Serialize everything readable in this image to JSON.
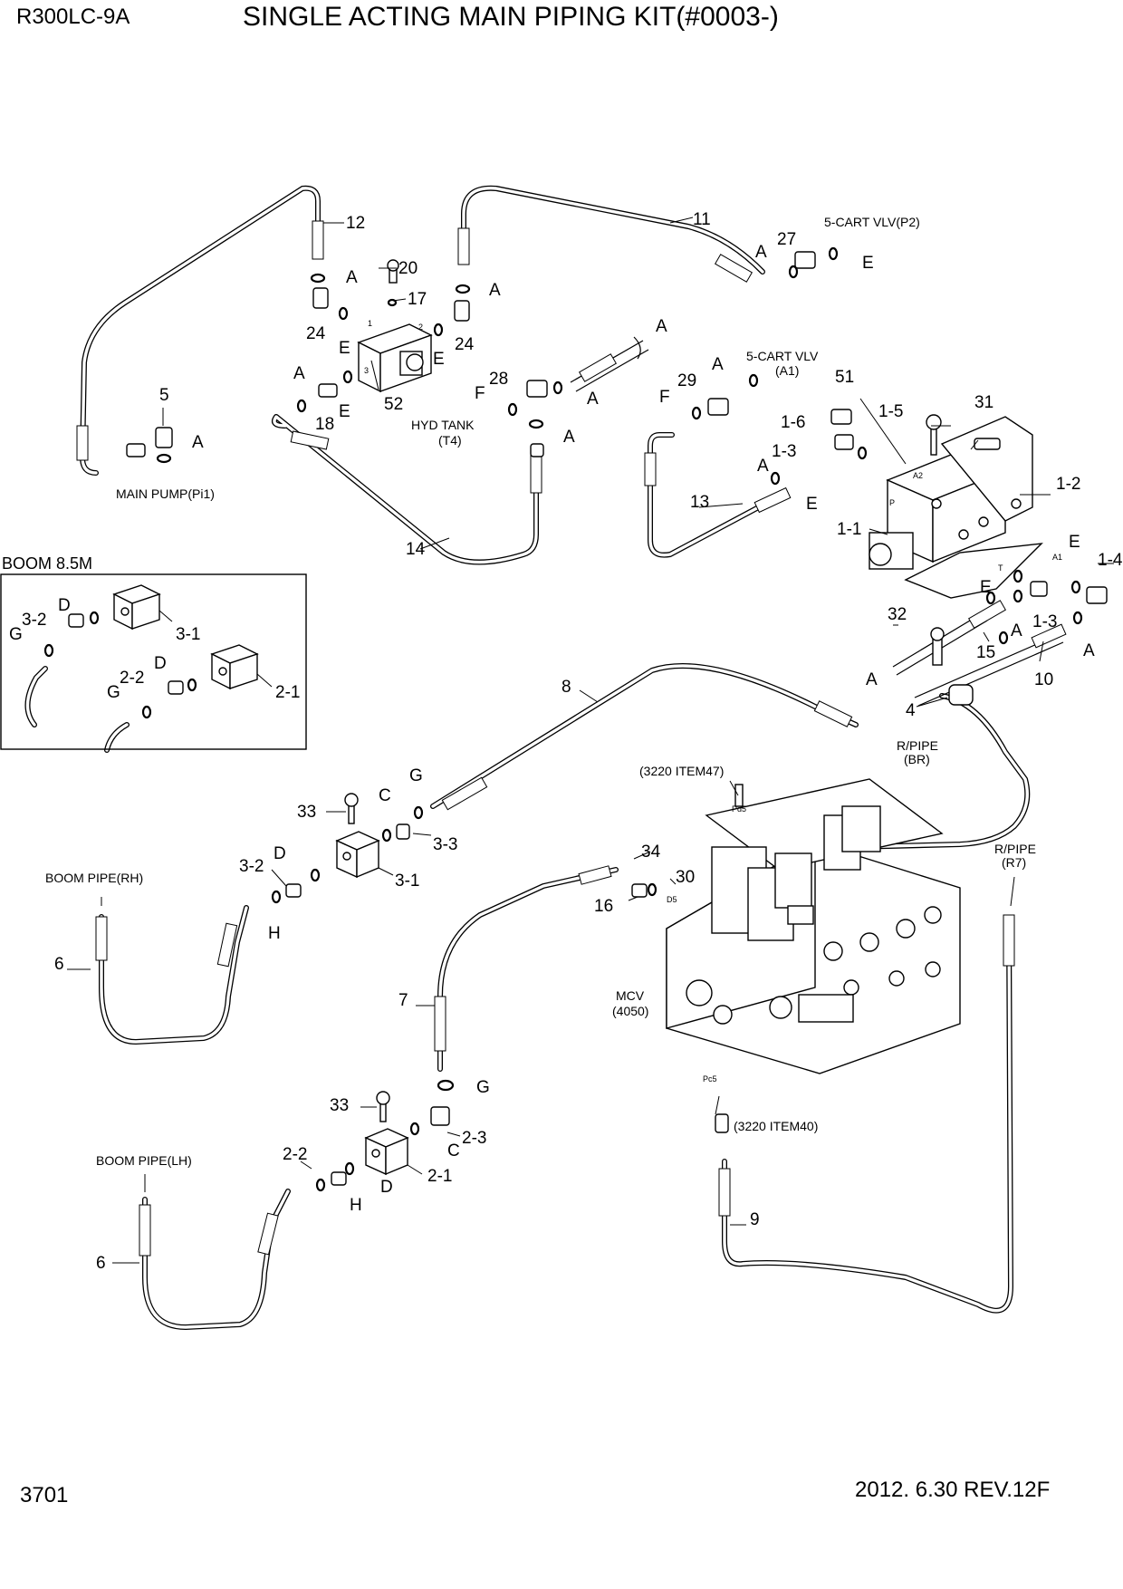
{
  "header": {
    "model": "R300LC-9A",
    "title": "SINGLE ACTING MAIN PIPING KIT(#0003-)"
  },
  "footer": {
    "page_number": "3701",
    "date_revision": "2012. 6.30  REV.12F"
  },
  "inset": {
    "title": "BOOM 8.5M"
  },
  "notes": {
    "main_pump": "MAIN PUMP(Pi1)",
    "hyd_tank_1": "HYD TANK",
    "hyd_tank_2": "(T4)",
    "cart_p2": "5-CART VLV(P2)",
    "cart_a1_1": "5-CART VLV",
    "cart_a1_2": "(A1)",
    "rpipe_br_1": "R/PIPE",
    "rpipe_br_2": "(BR)",
    "rpipe_r7_1": "R/PIPE",
    "rpipe_r7_2": "(R7)",
    "item47": "(3220 ITEM47)",
    "item40": "(3220 ITEM40)",
    "mcv_1": "MCV",
    "mcv_2": "(4050)",
    "boom_pipe_rh": "BOOM PIPE(RH)",
    "boom_pipe_lh": "BOOM PIPE(LH)",
    "pd5": "Pd5",
    "pc5": "Pc5",
    "d5": "D5",
    "port_p": "P",
    "port_a2": "A2",
    "port_a1": "A1",
    "port_t": "T",
    "port_1": "1",
    "port_2": "2",
    "port_3": "3"
  },
  "labels": {
    "p12": "12",
    "p11": "11",
    "p27": "27",
    "p20": "20",
    "p17": "17",
    "p24a": "24",
    "p24b": "24",
    "p52": "52",
    "p18": "18",
    "p5": "5",
    "p28": "28",
    "p29": "29",
    "p51": "51",
    "p1_5": "1-5",
    "p31": "31",
    "p1_6": "1-6",
    "p1_3a": "1-3",
    "p1_2": "1-2",
    "p13": "13",
    "p1_1": "1-1",
    "p1_4": "1-4",
    "p14": "14",
    "p1_3b": "1-3",
    "p15": "15",
    "p32": "32",
    "p10": "10",
    "p4": "4",
    "p8": "8",
    "p3_1i": "3-1",
    "p3_2i": "3-2",
    "p2_1i": "2-1",
    "p2_2i": "2-2",
    "p33a": "33",
    "p3_3": "3-3",
    "p3_2": "3-2",
    "p3_1": "3-1",
    "p34": "34",
    "p30": "30",
    "p16": "16",
    "p6a": "6",
    "p7": "7",
    "p33b": "33",
    "p2_3": "2-3",
    "p2_2": "2-2",
    "p2_1": "2-1",
    "p9": "9",
    "p6b": "6"
  },
  "letters": {
    "l01": "A",
    "l02": "E",
    "l03": "A",
    "l04": "A",
    "l05": "E",
    "l06": "E",
    "l07": "A",
    "l08": "E",
    "l09": "A",
    "l10": "A",
    "l11": "F",
    "l12": "A",
    "l13": "A",
    "l14": "A",
    "l15": "F",
    "l16": "A",
    "l17": "E",
    "l18": "E",
    "l19": "E",
    "l20": "A",
    "l21": "A",
    "l22": "A",
    "l23": "D",
    "l24": "G",
    "l25": "D",
    "l26": "G",
    "l27": "G",
    "l28": "C",
    "l29": "D",
    "l30": "H",
    "l31": "G",
    "l32": "C",
    "l33": "D",
    "l34": "H"
  }
}
